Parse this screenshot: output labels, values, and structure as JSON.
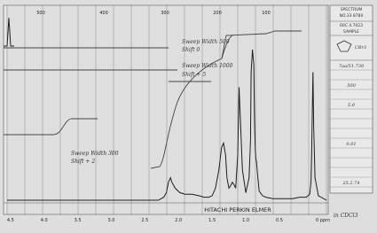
{
  "chart_data": {
    "type": "line",
    "x_axis": {
      "top_ticks": [
        "500",
        "400",
        "300",
        "200",
        "100"
      ],
      "bottom_ticks": [
        "4.5",
        "4.0",
        "3.5",
        "3.0",
        "2.5",
        "2.0",
        "1.5",
        "1.0",
        "0.5"
      ],
      "bottom_end_label": "0 ppm",
      "range": [
        4.55,
        -0.2
      ],
      "direction": "decreasing"
    },
    "series": [
      {
        "x": [
          4.55,
          4.4,
          4.25,
          4.15,
          4.08,
          4.02,
          3.98,
          3.9,
          3.8,
          3.6,
          3.4,
          3.2,
          3.0,
          2.8,
          2.6,
          2.4,
          2.3,
          2.22,
          2.18,
          2.15,
          2.12,
          2.1,
          2.05,
          1.98,
          1.9,
          1.85,
          1.8,
          1.7,
          1.62,
          1.55,
          1.5,
          1.45,
          1.4,
          1.36,
          1.33,
          1.3,
          1.28,
          1.25,
          1.22,
          1.2,
          1.17,
          1.15,
          1.12,
          1.1,
          1.05,
          1.0,
          0.95,
          0.93,
          0.92,
          0.9,
          0.88,
          0.87,
          0.86,
          0.85,
          0.84,
          0.82,
          0.8,
          0.75,
          0.7,
          0.6,
          0.5,
          0.4,
          0.3,
          0.2,
          0.1,
          0.05,
          0.03,
          0.02,
          0.01,
          0.0,
          -0.01,
          -0.03,
          -0.08,
          -0.2
        ],
        "y": [
          0,
          0,
          0,
          0,
          0,
          0,
          0,
          0,
          0,
          0,
          0,
          0,
          0,
          0,
          0,
          0,
          0,
          0.02,
          0.05,
          0.12,
          0.15,
          0.12,
          0.08,
          0.05,
          0.04,
          0.04,
          0.04,
          0.03,
          0.02,
          0.02,
          0.03,
          0.08,
          0.2,
          0.35,
          0.38,
          0.3,
          0.15,
          0.08,
          0.1,
          0.12,
          0.1,
          0.08,
          0.3,
          0.75,
          0.2,
          0.05,
          0.15,
          0.4,
          0.85,
          1.0,
          0.9,
          0.55,
          0.35,
          0.28,
          0.25,
          0.15,
          0.06,
          0.03,
          0.02,
          0.01,
          0.01,
          0.01,
          0.01,
          0.02,
          0.02,
          0.04,
          0.12,
          0.3,
          0.6,
          0.85,
          0.5,
          0.15,
          0.03,
          0.0
        ]
      }
    ],
    "annotations": {
      "sweep1": [
        "Sweep Width 500",
        "Shift 0"
      ],
      "sweep2": [
        "Sweep Width 1000",
        "Shift + 5"
      ],
      "sweep3": [
        "Sweep Width 300",
        "Shift + 2"
      ],
      "footer": "HITACHI PERKIN ELMER",
      "solvent_note": "in CDCl3"
    },
    "info_panel": {
      "spectrum_label": "SPECTRUM",
      "spectrum_no": "NO.33 8780",
      "freq_label": "60C 4.7023",
      "sample_label": "SAMPLE",
      "molecule_label": "CBr3",
      "values": [
        "7aa/51.730",
        "",
        "500",
        "",
        "5.0",
        "",
        "",
        "",
        "0.01",
        "",
        "",
        "",
        "25.2.74"
      ]
    }
  }
}
